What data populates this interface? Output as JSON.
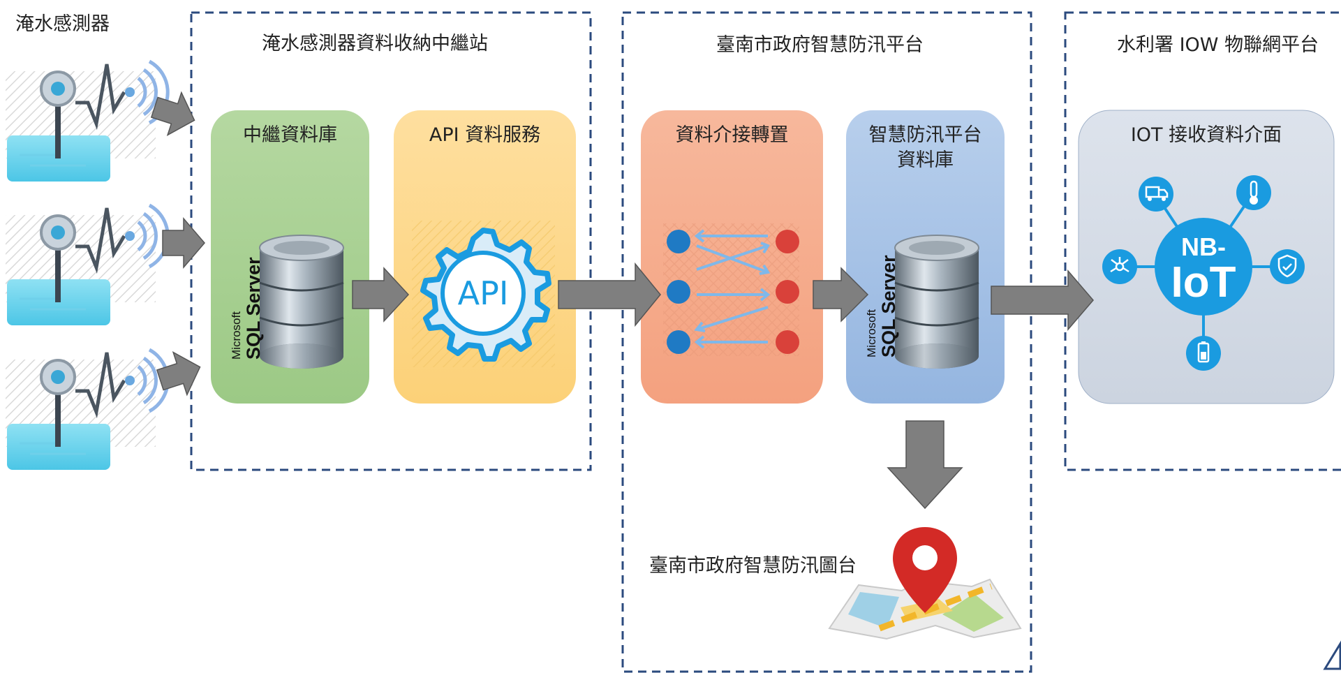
{
  "sensors": {
    "title": "淹水感測器"
  },
  "zone_relay": {
    "title": "淹水感測器資料收納中繼站",
    "relay_db": {
      "label": "中繼資料庫",
      "logo_top": "Microsoft",
      "logo_bottom": "SQL Server"
    },
    "api_service": {
      "label": "API 資料服務",
      "icon_text": "API"
    }
  },
  "zone_tainan": {
    "title": "臺南市政府智慧防汛平台",
    "transfer": {
      "label": "資料介接轉置"
    },
    "platform_db": {
      "label_line1": "智慧防汛平台",
      "label_line2": "資料庫",
      "logo_top": "Microsoft",
      "logo_bottom": "SQL Server"
    },
    "map_label": "臺南市政府智慧防汛圖台"
  },
  "zone_iow": {
    "title": "水利署 IOW 物聯網平台",
    "iot": {
      "label": "IOT 接收資料介面",
      "hub_line1": "NB-",
      "hub_line2": "IoT"
    }
  },
  "colors": {
    "green_box": "#a6cf8e",
    "yellow_box": "#fdd88a",
    "salmon_box": "#f6ab8a",
    "blue_box": "#a9c4e6",
    "gray_box": "#d4dbe6",
    "dash_border": "#2b4a7e",
    "accent_blue": "#1a9be0",
    "arrow_gray": "#7f7f7f"
  }
}
